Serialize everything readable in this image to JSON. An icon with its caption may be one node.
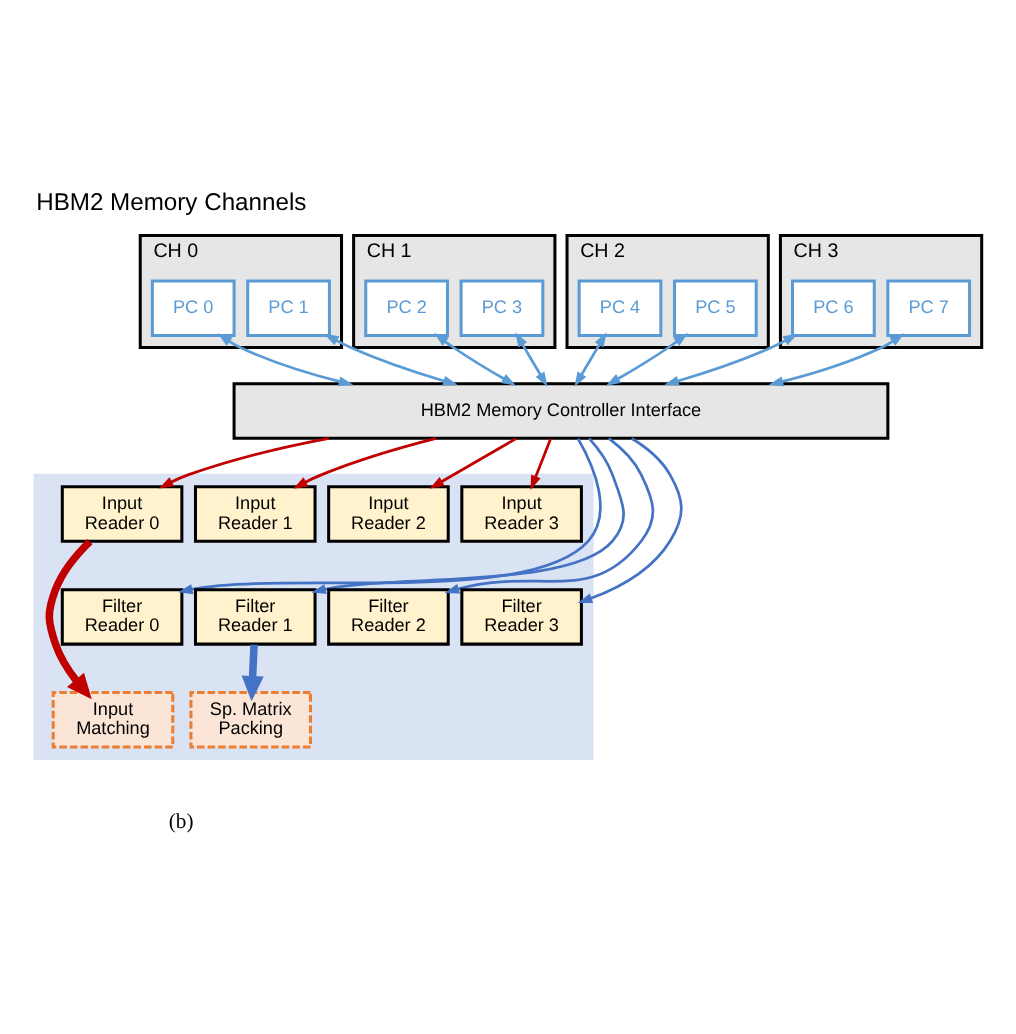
{
  "diagram": {
    "title": "HBM2 Memory Channels",
    "caption": "(b)",
    "nodes": [
      {
        "text": [
          "CH 0"
        ]
      },
      {
        "text": [
          "PC 0"
        ],
        "in": 0
      },
      {
        "text": [
          "PC 1"
        ],
        "in": 0
      },
      {
        "text": [
          "CH 1"
        ]
      },
      {
        "text": [
          "PC 2"
        ],
        "in": 3
      },
      {
        "text": [
          "PC 3"
        ],
        "in": 3
      },
      {
        "text": [
          "CH 2"
        ]
      },
      {
        "text": [
          "PC 4"
        ],
        "in": 6
      },
      {
        "text": [
          "PC 5"
        ],
        "in": 6
      },
      {
        "text": [
          "CH 3"
        ]
      },
      {
        "text": [
          "PC 6"
        ],
        "in": 9
      },
      {
        "text": [
          "PC 7"
        ],
        "in": 9
      },
      {
        "text": [
          "HBM2 Memory Controller Interface"
        ]
      },
      {
        "text": [],
        "shape": "box"
      },
      {
        "text": [
          "Input Reader 0"
        ],
        "in": 13
      },
      {
        "text": [
          "Input Reader 1"
        ],
        "in": 13
      },
      {
        "text": [
          "Input Reader 2"
        ],
        "in": 13
      },
      {
        "text": [
          "Input Reader 3"
        ],
        "in": 13
      },
      {
        "text": [
          "Filter Reader 0"
        ],
        "in": 13
      },
      {
        "text": [
          "Filter Reader 1"
        ],
        "in": 13
      },
      {
        "text": [
          "Filter Reader 2"
        ],
        "in": 13
      },
      {
        "text": [
          "Filter Reader 3"
        ],
        "in": 13
      },
      {
        "text": [
          "Input Matching"
        ],
        "in": 13
      },
      {
        "text": [
          "Sp. Matrix Packing"
        ],
        "in": 13
      }
    ],
    "edges": [
      {
        "from": 1,
        "to": 12,
        "arrow": "both"
      },
      {
        "from": 2,
        "to": 12,
        "arrow": "both"
      },
      {
        "from": 4,
        "to": 12,
        "arrow": "both"
      },
      {
        "from": 5,
        "to": 12,
        "arrow": "both"
      },
      {
        "from": 7,
        "to": 12,
        "arrow": "both"
      },
      {
        "from": 8,
        "to": 12,
        "arrow": "both"
      },
      {
        "from": 10,
        "to": 12,
        "arrow": "both"
      },
      {
        "from": 11,
        "to": 12,
        "arrow": "both"
      },
      {
        "from": 12,
        "to": 14,
        "arrow": "to",
        "color": "#c00000"
      },
      {
        "from": 12,
        "to": 15,
        "arrow": "to",
        "color": "#c00000"
      },
      {
        "from": 12,
        "to": 16,
        "arrow": "to",
        "color": "#c00000"
      },
      {
        "from": 12,
        "to": 17,
        "arrow": "to",
        "color": "#c00000"
      },
      {
        "from": 12,
        "to": 18,
        "arrow": "to",
        "color": "#4472c4"
      },
      {
        "from": 12,
        "to": 19,
        "arrow": "to",
        "color": "#4472c4"
      },
      {
        "from": 12,
        "to": 20,
        "arrow": "to",
        "color": "#4472c4"
      },
      {
        "from": 12,
        "to": 21,
        "arrow": "to",
        "color": "#4472c4"
      },
      {
        "from": 14,
        "to": 22,
        "arrow": "to",
        "style": "thick",
        "color": "#c00000"
      },
      {
        "from": 19,
        "to": 23,
        "arrow": "to",
        "style": "thick",
        "color": "#4472c4"
      }
    ]
  }
}
